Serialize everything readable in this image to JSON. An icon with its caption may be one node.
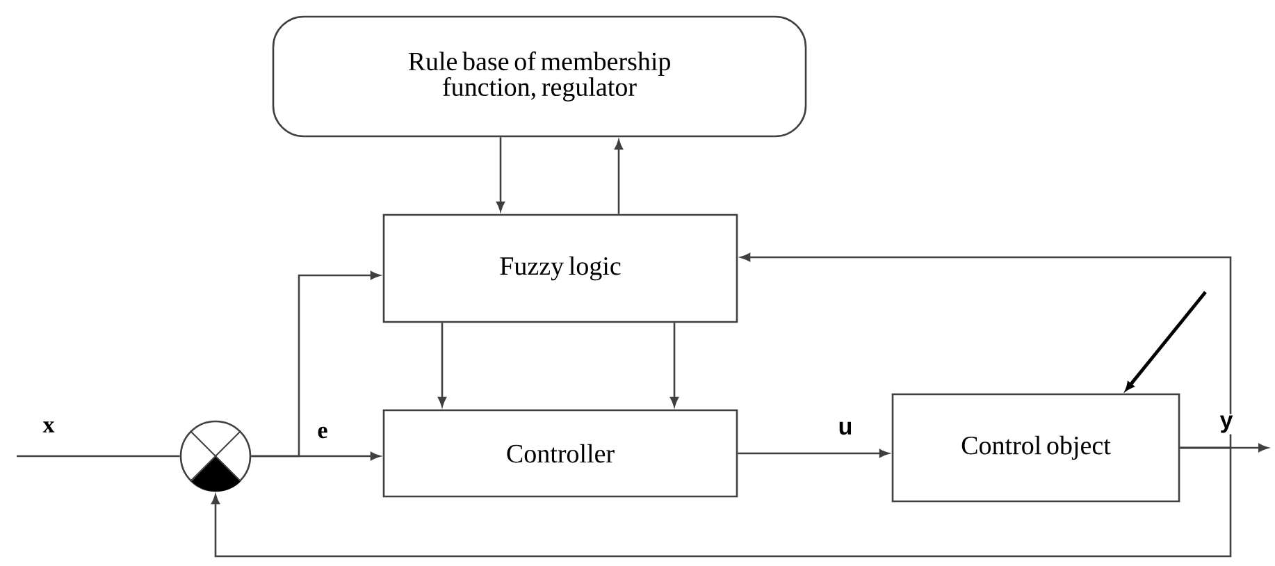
{
  "diagram": {
    "nodes": [
      {
        "text": [
          "Rule base of membership function, regulator"
        ]
      },
      {
        "text": [
          "Fuzzy logic"
        ]
      },
      {
        "text": [
          "Controller"
        ]
      },
      {
        "text": [
          "Control object"
        ]
      },
      {
        "text": [],
        "shape": "circle"
      }
    ],
    "edges": [
      {
        "from": 0,
        "to": 1,
        "arrow": "to"
      },
      {
        "from": 1,
        "to": 0,
        "arrow": "to"
      },
      {
        "from": 1,
        "to": 2,
        "arrow": "to"
      },
      {
        "from": 1,
        "to": 2,
        "arrow": "to"
      },
      {
        "from": null,
        "to": 4,
        "arrow": "none",
        "label": "x"
      },
      {
        "from": 4,
        "to": 2,
        "arrow": "to",
        "label": "e"
      },
      {
        "from": 4,
        "to": 1,
        "arrow": "to"
      },
      {
        "from": 2,
        "to": 3,
        "arrow": "to",
        "label": "u"
      },
      {
        "from": 3,
        "to": null,
        "arrow": "to",
        "label": "y"
      },
      {
        "from": 3,
        "to": 1,
        "arrow": "to"
      },
      {
        "from": 3,
        "to": 4,
        "arrow": "to"
      },
      {
        "from": null,
        "to": 3,
        "arrow": "to"
      }
    ]
  }
}
